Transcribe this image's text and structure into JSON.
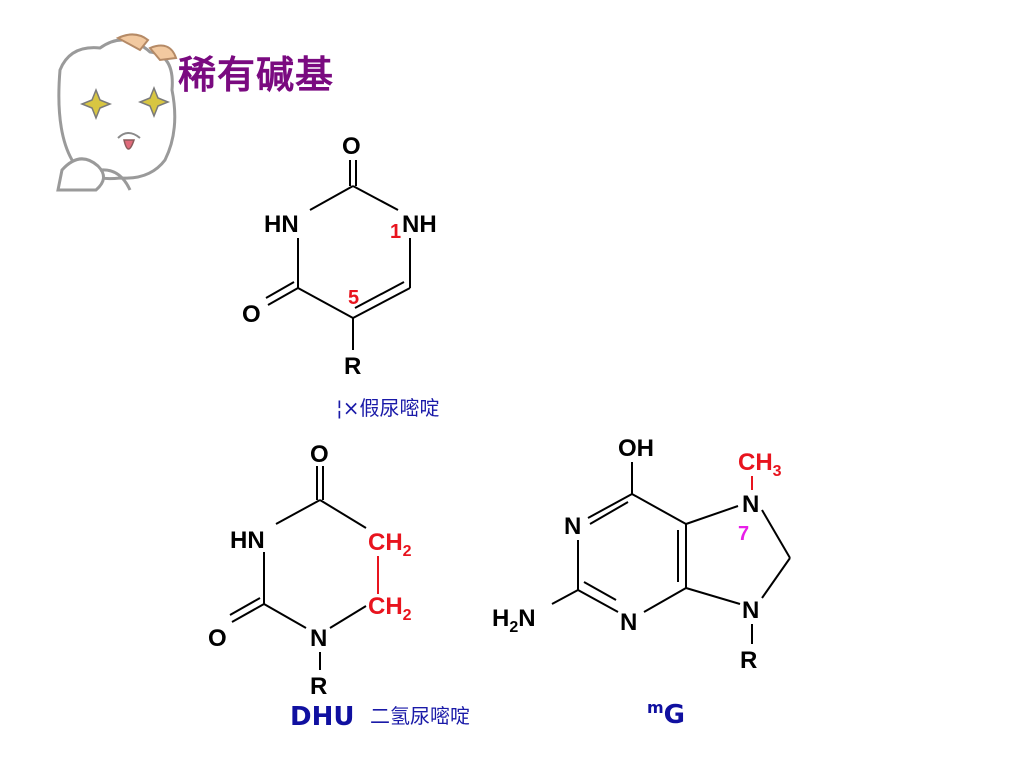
{
  "title": "稀有碱基",
  "structures": {
    "pseudouridine": {
      "caption": "¦×假尿嘧啶",
      "atoms": {
        "o_top": "O",
        "hn": "HN",
        "nh": "NH",
        "o_left": "O",
        "r": "R"
      },
      "position_labels": {
        "n1": "1",
        "c5": "5"
      }
    },
    "dhu": {
      "abbr": "DHU",
      "caption": "二氢尿嘧啶",
      "atoms": {
        "o_top": "O",
        "hn": "HN",
        "ch2": "CH",
        "sub2": "2",
        "o_left": "O",
        "n": "N",
        "r": "R"
      }
    },
    "m7g": {
      "abbr_sup": "m",
      "abbr_main": "G",
      "atoms": {
        "oh": "OH",
        "ch": "CH",
        "sub3": "3",
        "n_top": "N",
        "n_left": "N",
        "h2n_h": "H",
        "h2n_2": "2",
        "h2n_n": "N",
        "n_bottom": "N",
        "n_right": "N",
        "r": "R"
      },
      "position_labels": {
        "n7": "7"
      }
    }
  },
  "colors": {
    "title": "#7a0a80",
    "caption": "#1a1aa8",
    "highlight": "#e8141e",
    "position_label": "#e81ee8"
  }
}
